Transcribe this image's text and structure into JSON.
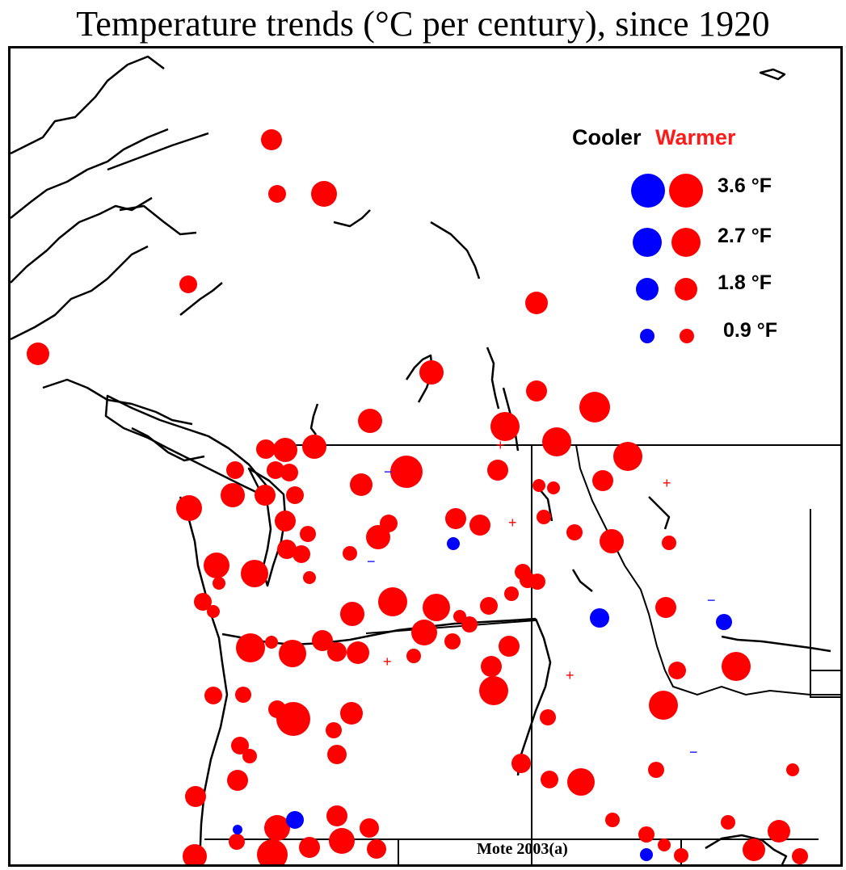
{
  "title": "Temperature trends (°C per century), since 1920",
  "legend": {
    "cooler_label": "Cooler",
    "warmer_label": "Warmer",
    "entries": [
      {
        "label": "3.6 °F",
        "value_f": 3.6
      },
      {
        "label": "2.7 °F",
        "value_f": 2.7
      },
      {
        "label": "1.8 °F",
        "value_f": 1.8
      },
      {
        "label": "0.9 °F",
        "value_f": 0.9
      }
    ]
  },
  "credit": "Mote 2003(a)",
  "colors": {
    "warmer": "#ff0000",
    "cooler": "#0000ff",
    "outline": "#000000"
  },
  "symbols": {
    "small_warming_marker": "+",
    "small_cooling_marker": "−"
  }
}
